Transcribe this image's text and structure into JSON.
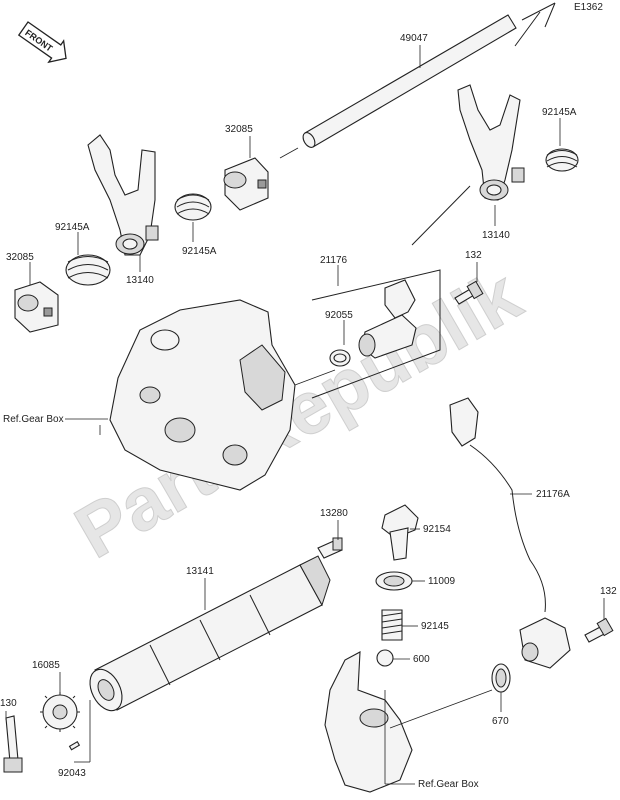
{
  "diagram": {
    "code": "E1362",
    "front_label": "FRONT",
    "watermark": "PartsRepublik",
    "parts": {
      "p49047": "49047",
      "p32085_top": "32085",
      "p32085_left": "32085",
      "p92145a_right": "92145A",
      "p92145a_left": "92145A",
      "p92145a_mid": "92145A",
      "p13140_left": "13140",
      "p13140_right": "13140",
      "p21176": "21176",
      "p92055": "92055",
      "p132_top": "132",
      "p132_right": "132",
      "p21176a": "21176A",
      "p13280": "13280",
      "p92154": "92154",
      "p11009": "11009",
      "p92145": "92145",
      "p600": "600",
      "p670": "670",
      "p13141": "13141",
      "p16085": "16085",
      "p130": "130",
      "p92043": "92043"
    },
    "refs": {
      "gear_box_left": "Ref.Gear Box",
      "gear_box_bottom": "Ref.Gear Box"
    }
  }
}
